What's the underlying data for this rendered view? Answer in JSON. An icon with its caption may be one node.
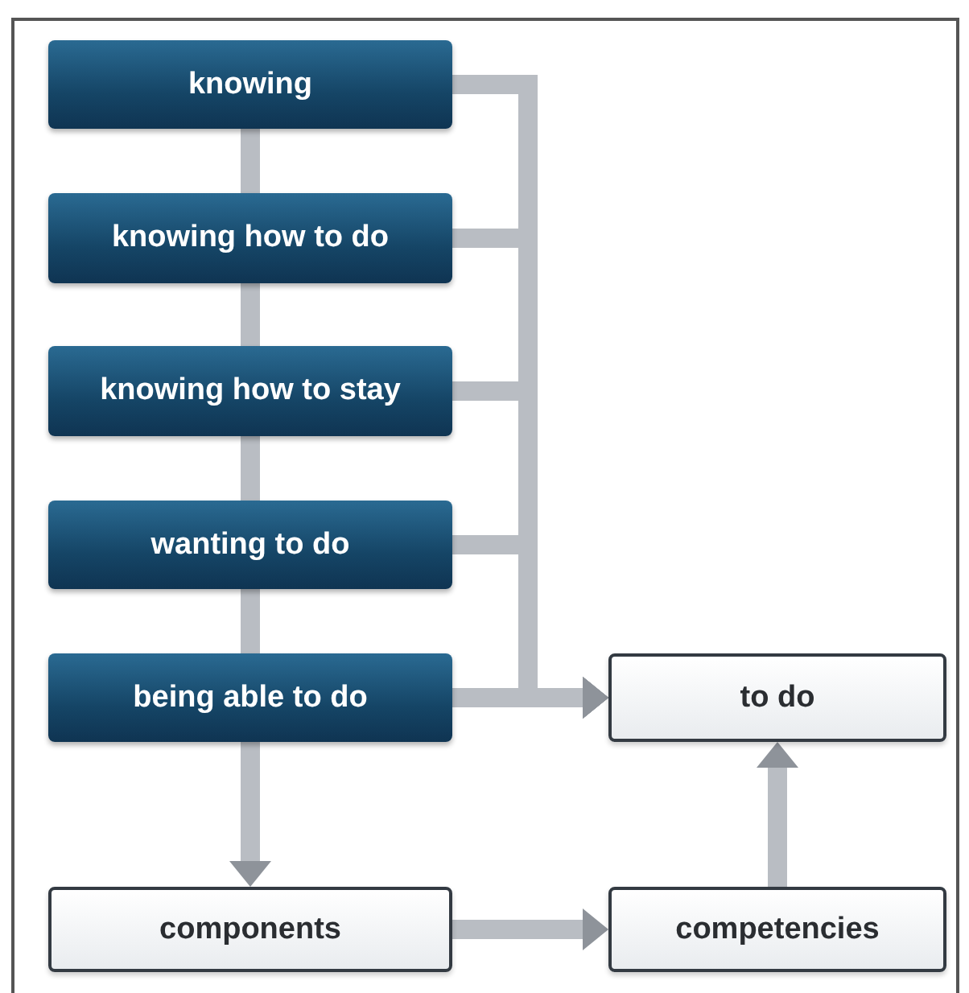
{
  "diagram": {
    "nodes": [
      {
        "text": [
          "knowing"
        ]
      },
      {
        "text": [
          "knowing how to do"
        ]
      },
      {
        "text": [
          "knowing how to stay"
        ]
      },
      {
        "text": [
          "wanting to do"
        ]
      },
      {
        "text": [
          "being able to do"
        ]
      },
      {
        "text": [
          "to do"
        ]
      },
      {
        "text": [
          "components"
        ]
      },
      {
        "text": [
          "competencies"
        ]
      }
    ],
    "edges": [
      {
        "from": 0,
        "to": 1,
        "arrow": "none"
      },
      {
        "from": 1,
        "to": 2,
        "arrow": "none"
      },
      {
        "from": 2,
        "to": 3,
        "arrow": "none"
      },
      {
        "from": 3,
        "to": 4,
        "arrow": "none"
      },
      {
        "from": 0,
        "to": 5,
        "arrow": "to"
      },
      {
        "from": 1,
        "to": 5,
        "arrow": "to"
      },
      {
        "from": 2,
        "to": 5,
        "arrow": "to"
      },
      {
        "from": 3,
        "to": 5,
        "arrow": "to"
      },
      {
        "from": 4,
        "to": 5,
        "arrow": "to"
      },
      {
        "from": 4,
        "to": 6,
        "arrow": "to"
      },
      {
        "from": 6,
        "to": 7,
        "arrow": "to"
      },
      {
        "from": 7,
        "to": 5,
        "arrow": "to"
      }
    ]
  }
}
